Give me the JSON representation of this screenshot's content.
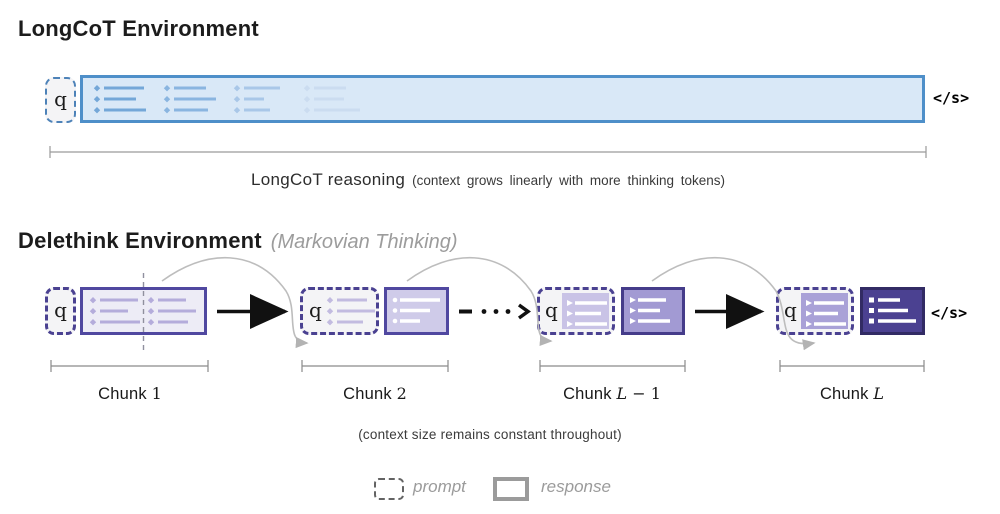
{
  "longcot": {
    "title": "LongCoT Environment",
    "prompt_token": "q",
    "eos_token": "</s>",
    "caption": "LongCoT reasoning",
    "caption_note": "(context grows linearly with more thinking tokens)"
  },
  "delethink": {
    "title": "Delethink Environment",
    "subtitle": "(Markovian Thinking)",
    "prompt_token": "q",
    "eos_token": "</s>",
    "caption": "(context size remains constant throughout)",
    "chunks": [
      {
        "prefix": "Chunk",
        "math": [
          {
            "t": "1",
            "italic": false
          }
        ]
      },
      {
        "prefix": "Chunk",
        "math": [
          {
            "t": "2",
            "italic": false
          }
        ]
      },
      {
        "prefix": "Chunk",
        "math": [
          {
            "t": "L",
            "italic": true
          },
          {
            "t": " − 1",
            "italic": false
          }
        ]
      },
      {
        "prefix": "Chunk",
        "math": [
          {
            "t": "L",
            "italic": true
          }
        ]
      }
    ]
  },
  "legend": {
    "prompt_label": "prompt",
    "response_label": "response"
  },
  "colors": {
    "blue-border": "#4e8fc9",
    "blue-fill": "#d9e8f7",
    "blue-dash": "#4d82b8",
    "purple-dash": "#4a4191",
    "purple-border": "#5048a0",
    "purple-border-mid": "#453c8a",
    "purple-border-dark": "#322b64",
    "chunk1-fill": "#edecf6",
    "chunk2-fill": "#cfcbe9",
    "chunkL1-fill": "#a29ad3",
    "chunkL-fill": "#4b4191",
    "patch-L1": "#c9c3e6",
    "patch-L": "#a9a1d7",
    "qbox-fill": "#f4f4f6",
    "arc-gray": "#bdbdbd",
    "legend-gray": "#9b9b9b"
  }
}
